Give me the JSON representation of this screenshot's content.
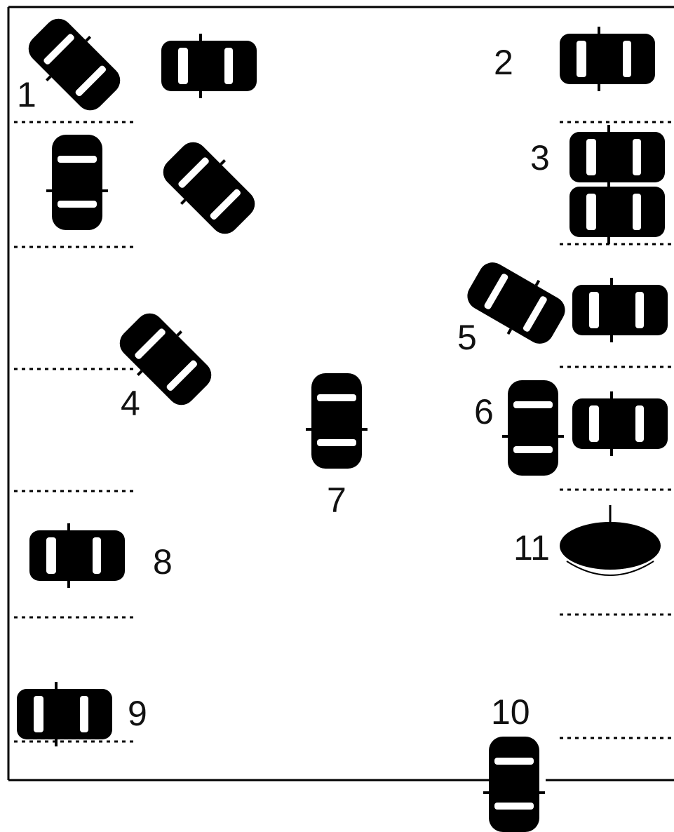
{
  "diagram": {
    "description_free": true,
    "colors": {
      "ink": "#000000",
      "background": "#ffffff"
    },
    "labels": [
      "1",
      "2",
      "3",
      "4",
      "5",
      "6",
      "7",
      "8",
      "9",
      "10",
      "11"
    ],
    "icons": {
      "car": "car-icon",
      "round_table": "round-table-icon"
    }
  }
}
